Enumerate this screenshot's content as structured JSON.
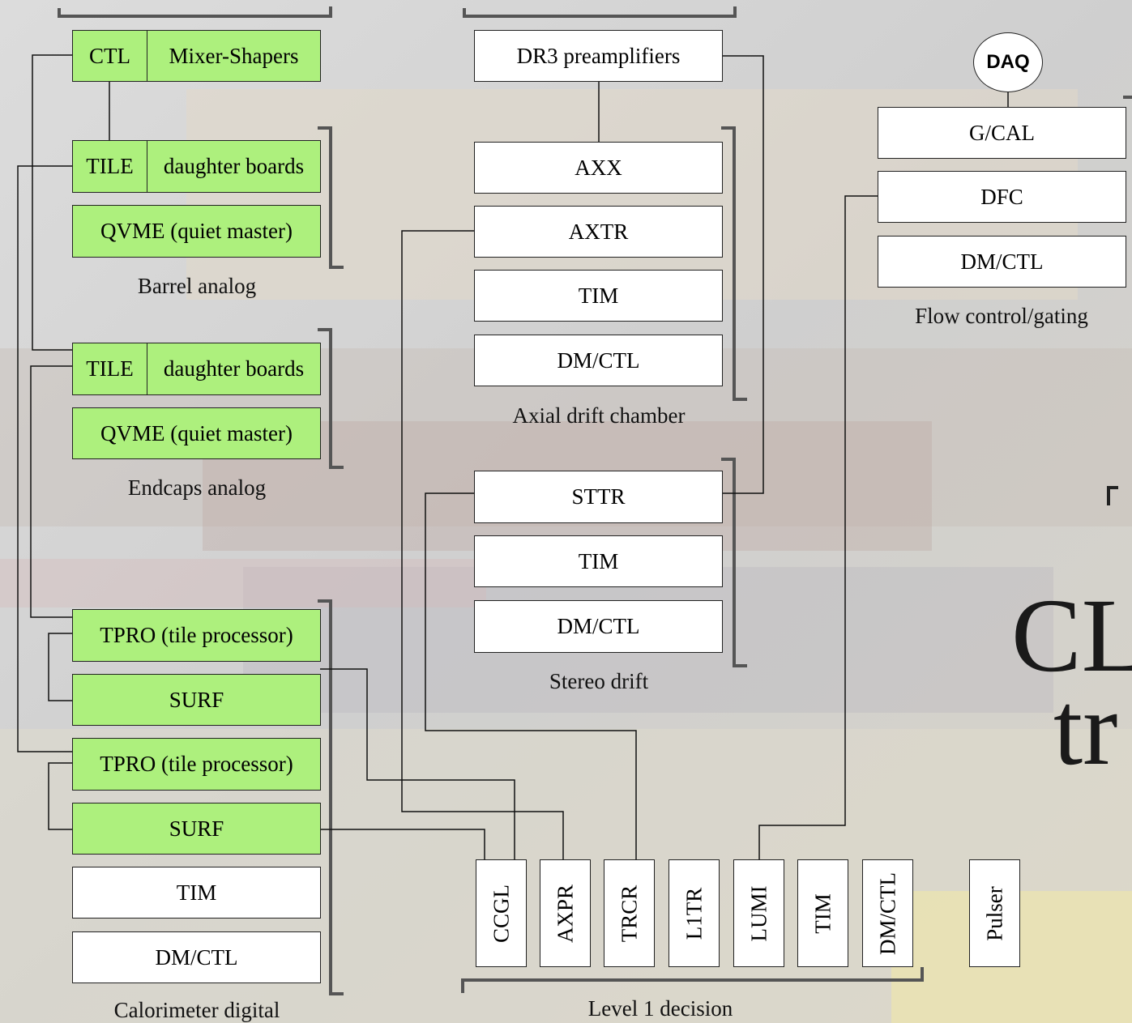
{
  "boxes": {
    "ctl": "CTL",
    "mixer_shapers": "Mixer-Shapers",
    "tile_1": "TILE",
    "daughter_boards_1": "daughter boards",
    "qvme_1": "QVME (quiet master)",
    "tile_2": "TILE",
    "daughter_boards_2": "daughter boards",
    "qvme_2": "QVME (quiet master)",
    "tpro_1": "TPRO (tile processor)",
    "surf_1": "SURF",
    "tpro_2": "TPRO (tile processor)",
    "surf_2": "SURF",
    "cal_tim": "TIM",
    "cal_dmctl": "DM/CTL",
    "dr3": "DR3 preamplifiers",
    "axx": "AXX",
    "axtr": "AXTR",
    "axial_tim": "TIM",
    "axial_dmctl": "DM/CTL",
    "sttr": "STTR",
    "stereo_tim": "TIM",
    "stereo_dmctl": "DM/CTL",
    "daq": "DAQ",
    "gcal": "G/CAL",
    "dfc": "DFC",
    "flow_dmctl": "DM/CTL"
  },
  "l1_modules": [
    "CCGL",
    "AXPR",
    "TRCR",
    "L1TR",
    "LUMI",
    "TIM",
    "DM/CTL"
  ],
  "pulser": "Pulser",
  "captions": {
    "barrel": "Barrel analog",
    "endcaps": "Endcaps analog",
    "calorimeter": "Calorimeter digital",
    "axial": "Axial drift chamber",
    "stereo": "Stereo drift",
    "flow": "Flow control/gating",
    "level1": "Level 1 decision"
  },
  "background_text": {
    "line1": "CL",
    "line2": "tr"
  },
  "colors": {
    "green_box": "#adf07d",
    "white_box": "#ffffff",
    "wire": "#111111",
    "bracket": "#555555"
  }
}
